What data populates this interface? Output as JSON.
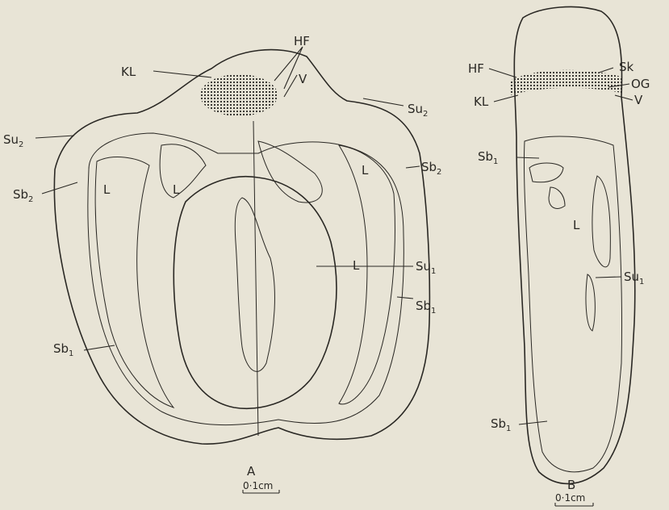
{
  "figure": {
    "panel_a": {
      "panel_label": "A",
      "scale_text": "0·1cm",
      "labels": {
        "kl": "KL",
        "hf": "HF",
        "v": "V",
        "su2_right": [
          "Su",
          "2"
        ],
        "su2_left": [
          "Su",
          "2"
        ],
        "sb2_left": [
          "Sb",
          "2"
        ],
        "sb2_right": [
          "Sb",
          "2"
        ],
        "l_left": "L",
        "l_upper": "L",
        "l_right": "L",
        "l_center": "L",
        "su1": [
          "Su",
          "1"
        ],
        "sb1_right": [
          "Sb",
          "1"
        ],
        "sb1_left": [
          "Sb",
          "1"
        ]
      }
    },
    "panel_b": {
      "panel_label": "B",
      "scale_text": "0·1cm",
      "labels": {
        "hf": "HF",
        "sk": "Sk",
        "og": "OG",
        "kl": "KL",
        "v": "V",
        "sb1_top": [
          "Sb",
          "1"
        ],
        "l": "L",
        "su1": [
          "Su",
          "1"
        ],
        "sb1_bottom": [
          "Sb",
          "1"
        ]
      }
    },
    "colors": {
      "paper": "#e8e4d6",
      "ink": "#2a2824"
    }
  }
}
